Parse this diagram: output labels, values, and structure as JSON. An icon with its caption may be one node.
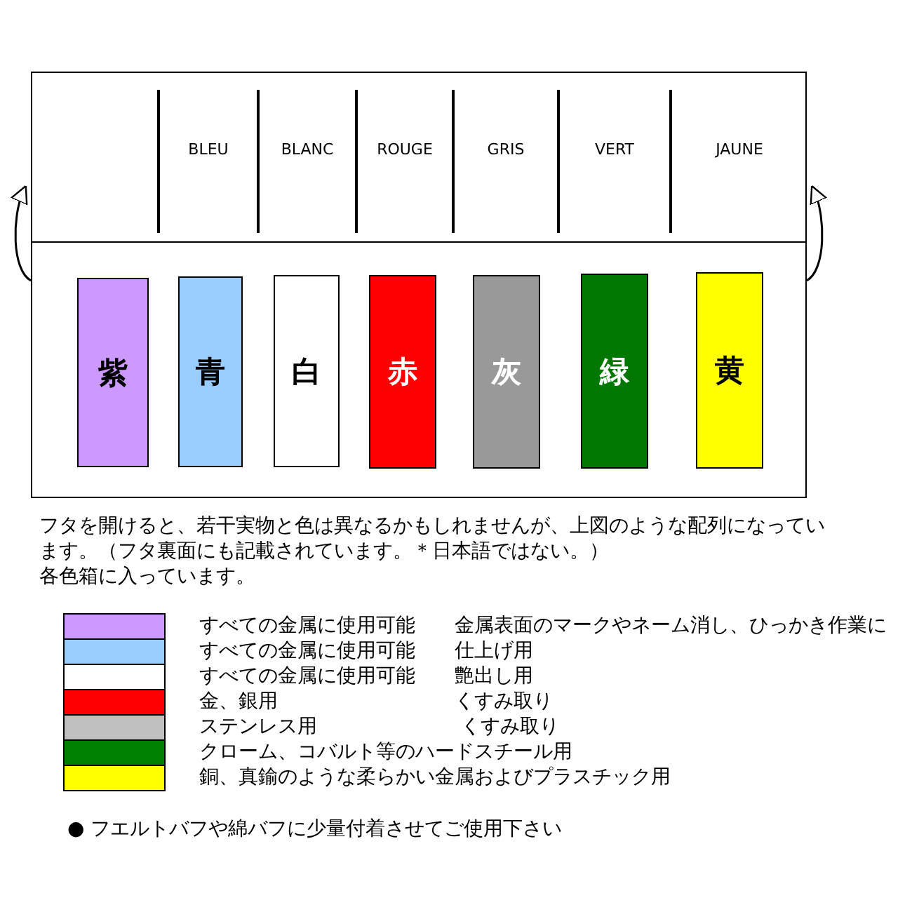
{
  "diagram": {
    "nodes": [
      {
        "text": [],
        "shape": "box"
      },
      {
        "text": [],
        "shape": "box",
        "in": 0
      },
      {
        "text": [
          "BLEU"
        ],
        "in": 0
      },
      {
        "text": [
          "BLANC"
        ],
        "in": 0
      },
      {
        "text": [
          "ROUGE"
        ],
        "in": 0
      },
      {
        "text": [
          "GRIS"
        ],
        "in": 0
      },
      {
        "text": [
          "VERT"
        ],
        "in": 0
      },
      {
        "text": [
          "JAUNE"
        ],
        "in": 0
      },
      {
        "text": [],
        "shape": "box"
      },
      {
        "text": [
          "紫"
        ],
        "in": 8
      },
      {
        "text": [
          "青"
        ],
        "in": 8
      },
      {
        "text": [
          "白"
        ],
        "in": 8
      },
      {
        "text": [
          "赤"
        ],
        "in": 8
      },
      {
        "text": [
          "灰"
        ],
        "in": 8
      },
      {
        "text": [
          "緑"
        ],
        "in": 8
      },
      {
        "text": [
          "黄"
        ],
        "in": 8
      }
    ],
    "edges": [
      {
        "from": 8,
        "to": 0,
        "arrow": "to"
      },
      {
        "from": 8,
        "to": 0,
        "arrow": "to"
      }
    ],
    "labels": [
      "フタを開けると、若干実物と色は異なるかもしれませんが、上図のような配列になっています。（フタ裏面にも記載されています。＊日本語ではない。）",
      "各色箱に入っています。",
      "● フエルトバフや綿バフに少量付着させてご使用下さい"
    ],
    "legend": [
      {
        "text": "すべての金属に使用可能　　金属表面のマークやネーム消し、ひっかき作業に",
        "color": "#cc99ff"
      },
      {
        "text": "すべての金属に使用可能　　仕上げ用",
        "color": "#99ccff"
      },
      {
        "text": "すべての金属に使用可能　　艶出し用",
        "color": "#ffffff"
      },
      {
        "text": "金、銀用　　　　　　　　　くすみ取り",
        "color": "#ff0000"
      },
      {
        "text": "ステンレス用　　　　　　　 くすみ取り",
        "color": "#c0c0c0"
      },
      {
        "text": "クローム、コバルト等のハードスチール用",
        "color": "#008000"
      },
      {
        "text": "銅、真鍮のような柔らかい金属およびプラスチック用",
        "color": "#ffff00"
      }
    ]
  }
}
